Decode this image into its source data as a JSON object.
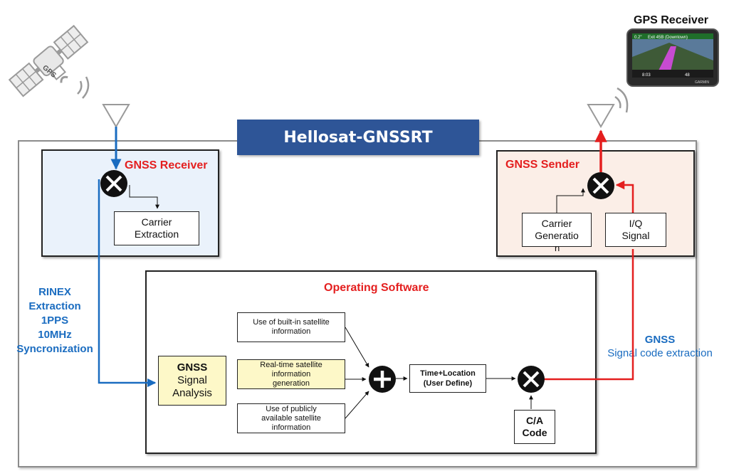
{
  "title": "Hellosat-GNSSRT",
  "gps_receiver": {
    "label": "GPS Receiver",
    "screen": {
      "distance": "0.2\"",
      "exit": "Exit 45B (Downtown)",
      "time": "8:03",
      "speed": "48",
      "brand": "GARMIN"
    }
  },
  "satellite": {
    "label": "GPS"
  },
  "receiver_panel": {
    "title": "GNSS Receiver",
    "carrier_extraction": "Carrier\nExtraction"
  },
  "sender_panel": {
    "title": "GNSS Sender",
    "carrier_generation": "Carrier\nGeneratio",
    "carrier_generation_overflow": "n",
    "iq_signal": "I/Q\nSignal"
  },
  "left_label": {
    "lines": [
      "RINEX",
      "Extraction",
      "1PPS",
      "10MHz",
      "Syncronization"
    ]
  },
  "right_label": {
    "line1": "GNSS",
    "line2": "Signal code extraction"
  },
  "operating_software": {
    "title": "Operating Software",
    "gnss_analysis": {
      "line1": "GNSS",
      "line2": "Signal",
      "line3": "Analysis"
    },
    "builtin": "Use of built-in satellite\ninformation",
    "realtime": "Real-time satellite\ninformation\ngeneration",
    "public": "Use of publicly\navailable satellite\ninformation",
    "time_location": "Time+Location\n(User Define)",
    "ca_code": "C/A\nCode"
  },
  "colors": {
    "title_bar": "#2e5597",
    "red_path": "#e41f1f",
    "blue_path": "#1a6cc0",
    "highlight": "#fdf8c8"
  }
}
